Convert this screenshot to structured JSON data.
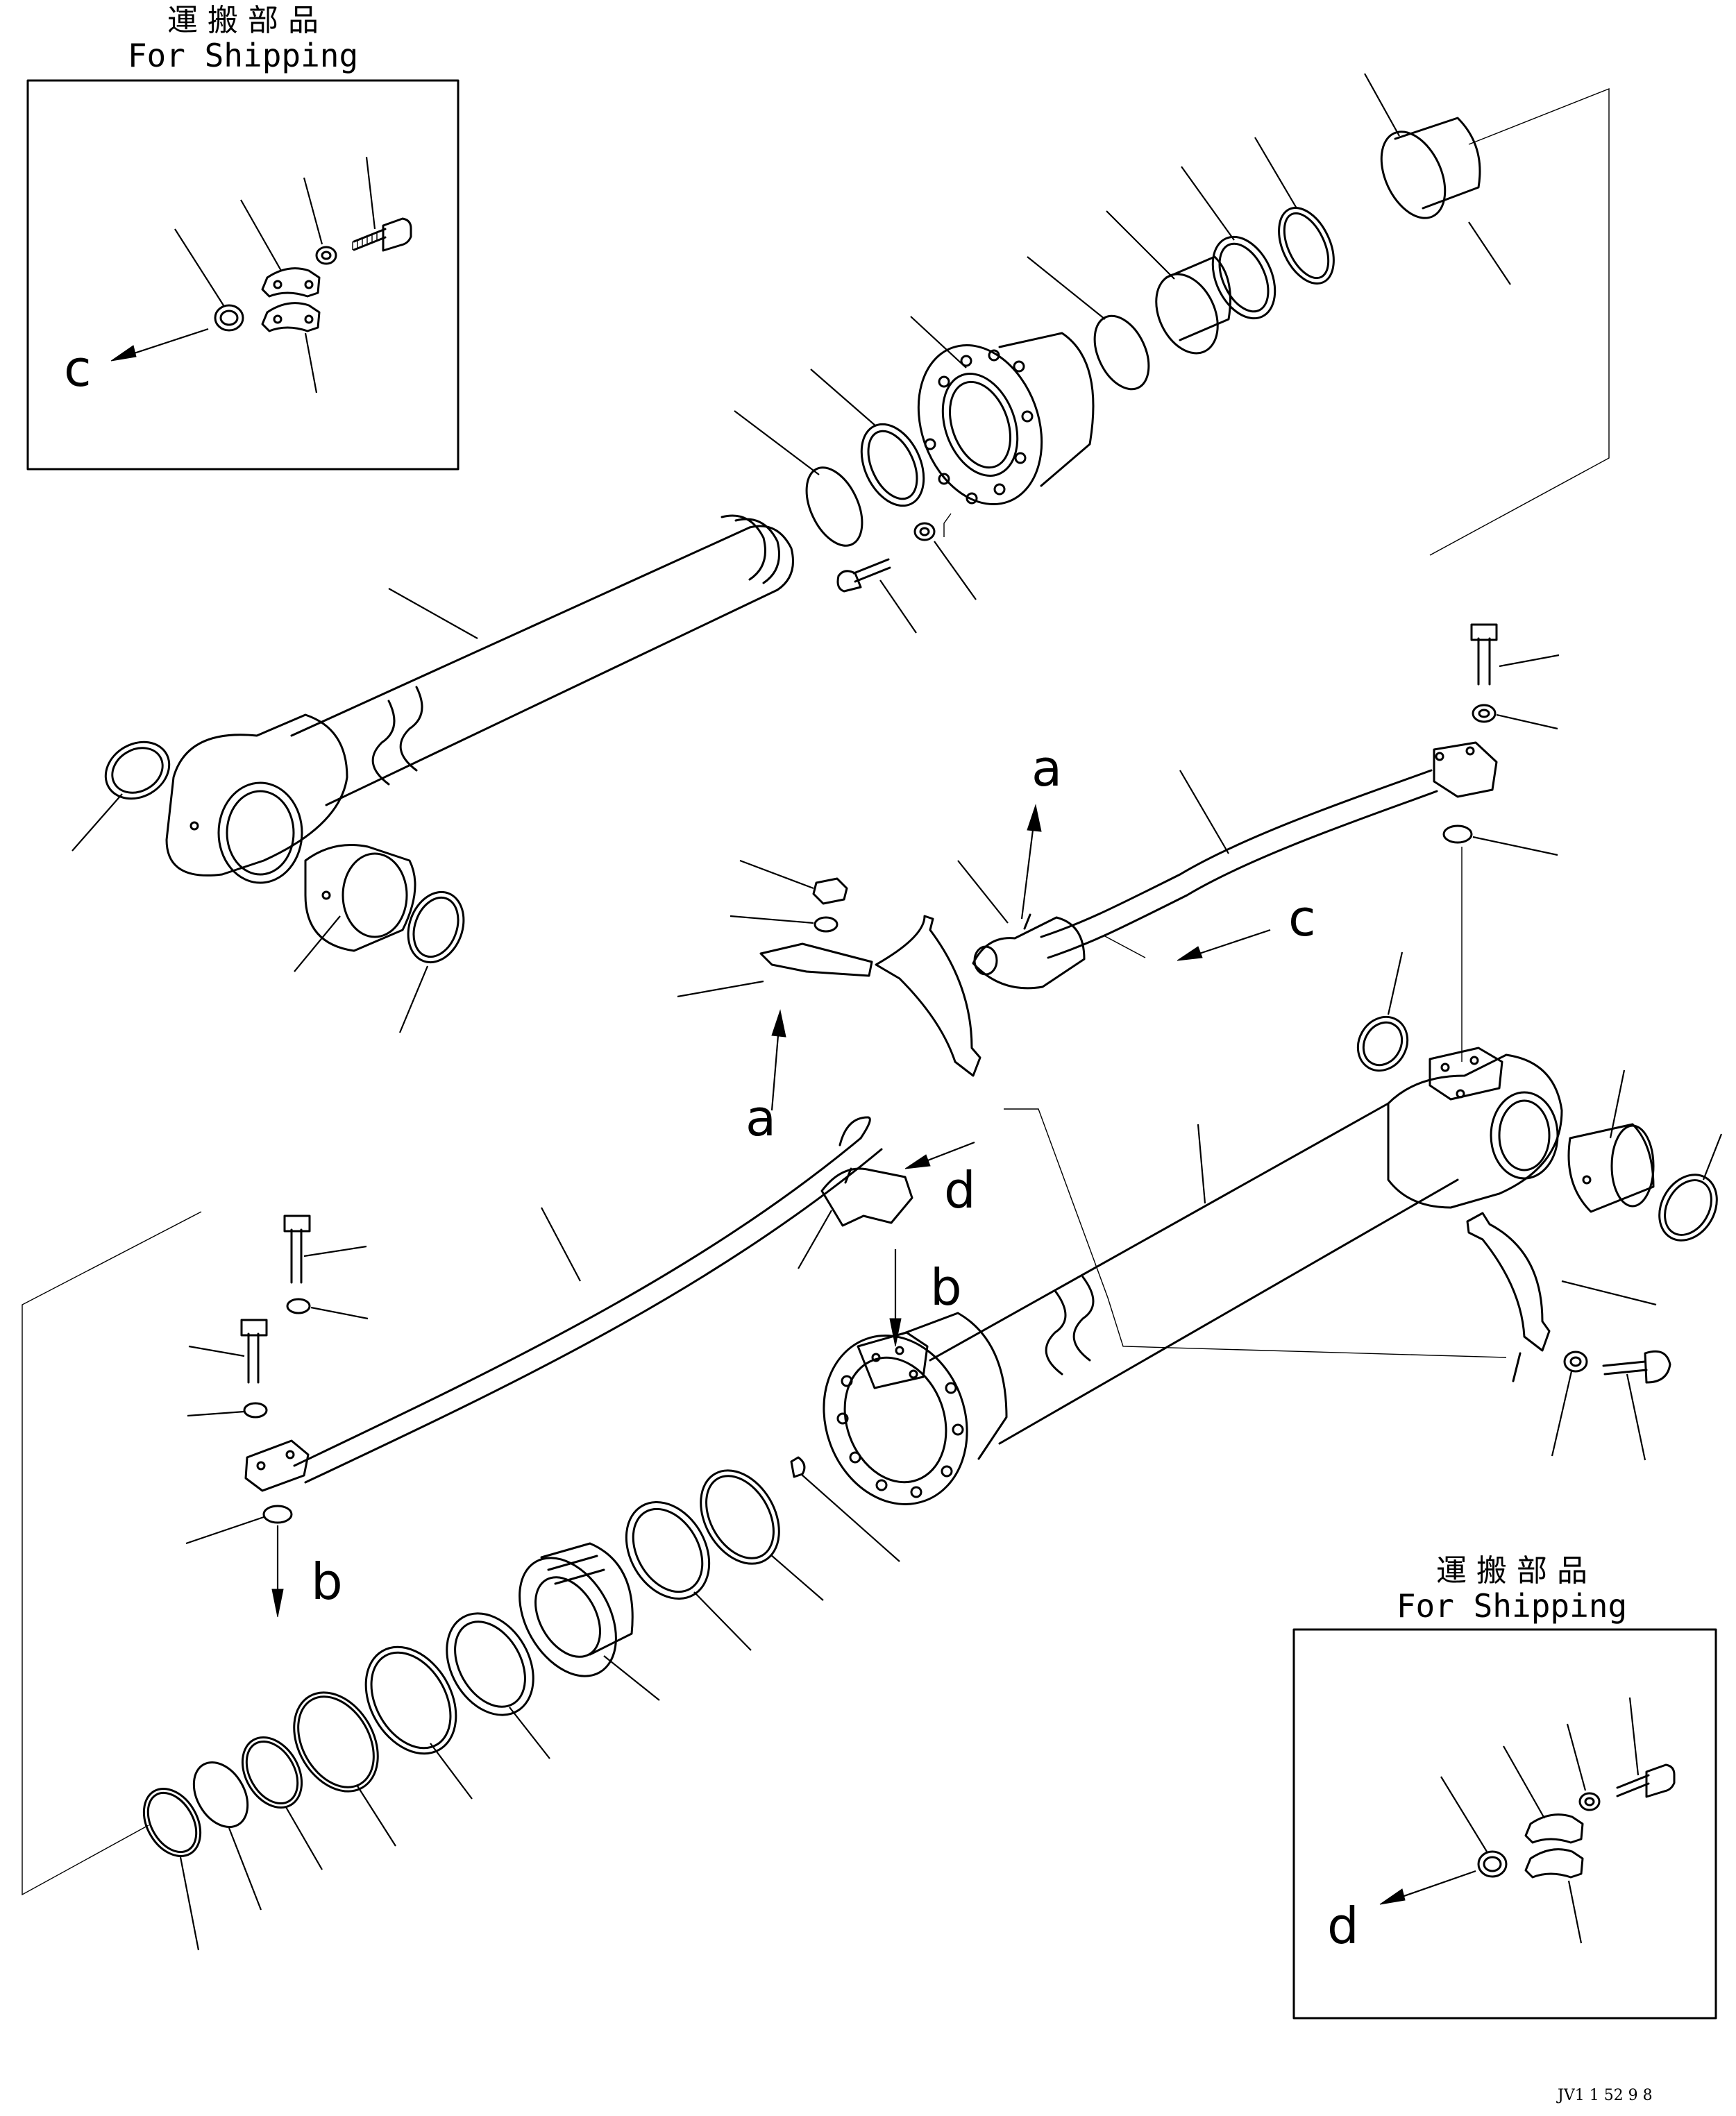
{
  "shipping_box_1": {
    "title_jp": "運 搬 部 品",
    "title_en": "For Shipping",
    "ref_letter": "c"
  },
  "shipping_box_2": {
    "title_jp": "運 搬 部 品",
    "title_en": "For Shipping",
    "ref_letter": "d"
  },
  "ref_labels": {
    "a_top": "a",
    "c_right": "c",
    "a_mid": "a",
    "d_mid": "d",
    "b_top": "b",
    "b_left": "b"
  },
  "drawing_code": "JV1 1 52 9 8"
}
